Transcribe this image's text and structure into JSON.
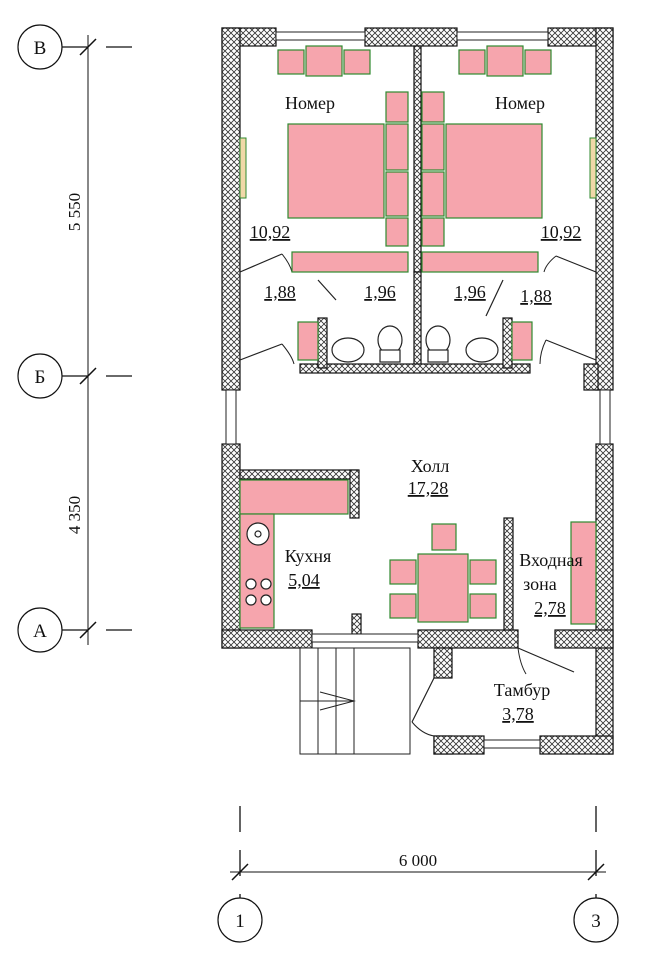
{
  "rooms": {
    "room_left_name": "Номер",
    "room_left_area": "10,92",
    "room_right_name": "Номер",
    "room_right_area": "10,92",
    "corridor_left_area": "1,88",
    "bath_left_area": "1,96",
    "bath_right_area": "1,96",
    "corridor_right_area": "1,88",
    "hall_name": "Холл",
    "hall_area": "17,28",
    "kitchen_name": "Кухня",
    "kitchen_area": "5,04",
    "entry_name_line1": "Входная",
    "entry_name_line2": "зона",
    "entry_area": "2,78",
    "vestibule_name": "Тамбур",
    "vestibule_area": "3,78"
  },
  "axes": {
    "row_top": "В",
    "row_middle": "Б",
    "row_bottom": "А",
    "col_left": "1",
    "col_right": "3"
  },
  "dimensions": {
    "upper_span": "5 550",
    "lower_span": "4 350",
    "total_width": "6 000"
  },
  "colors": {
    "furniture_fill": "#f6a5ad",
    "furniture_outline": "#2f8a2f"
  }
}
